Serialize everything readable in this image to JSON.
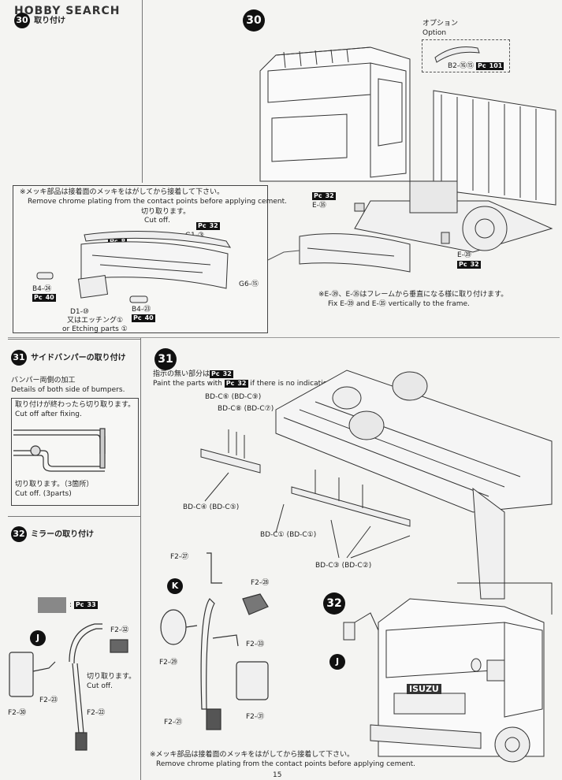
{
  "watermark": "HOBBY SEARCH",
  "step30_left": {
    "num": "30",
    "title_suffix": "取り付け"
  },
  "step30_main": {
    "num": "30"
  },
  "option": {
    "label_jp": "オプション",
    "label_en": "Option",
    "part": "B2-⑯⑮",
    "pc": "Pc",
    "pc_num": "101"
  },
  "bumper_box": {
    "note_jp": "※メッキ部品は接着面のメッキをはがしてから接着して下さい。",
    "note_en": "Remove chrome plating from the contact points before applying cement.",
    "cutoff_jp": "切り取ります。",
    "cutoff_en": "Cut off.",
    "pc1": "32",
    "g1": "G1-③",
    "pc2": "8",
    "pc3": "8",
    "b4_24": "B4-㉔",
    "pc4": "40",
    "g6": "G6-⑮",
    "d1": "D1-⑩",
    "d1_jp": "又はエッチング①",
    "d1_en": "or Etching parts ①",
    "b4_23": "B4-㉓",
    "pc5": "40"
  },
  "frame": {
    "pc_a": "32",
    "e35": "E-㉟",
    "e39": "E-㊴",
    "pc_b": "32",
    "note_jp": "※E-㊴、E-㉟はフレームから垂直になる様に取り付けます。",
    "note_en": "Fix E-㊴ and E-㉟ vertically to the frame."
  },
  "step31_left": {
    "num": "31",
    "title": "サイドバンパーの取り付け",
    "sub_jp": "バンパー両側の加工",
    "sub_en": "Details of both side of bumpers.",
    "box_jp": "取り付けが終わったら切り取ります。",
    "box_en": "Cut off after fixing.",
    "cut_jp": "切り取ります。（3箇所）",
    "cut_en": "Cut off. (3parts)"
  },
  "step31_main": {
    "num": "31",
    "note_jp": "指示の無い部分は",
    "note_pc": "32",
    "note_jp2": "",
    "note_en": "Paint the parts with",
    "note_en2": "if there is no indication.",
    "bd6": "BD-C⑥ (BD-C⑨)",
    "bd8": "BD-C⑧ (BD-C⑦)",
    "bd4": "BD-C④ (BD-C⑤)",
    "bd1": "BD-C① (BD-C①)",
    "bd3": "BD-C③ (BD-C②)"
  },
  "step32_left": {
    "num": "32",
    "title": "ミラーの取り付け",
    "swatch_pc": "33",
    "f32": "F2-㉜",
    "cut_jp": "切り取ります。",
    "cut_en": "Cut off.",
    "f23": "F2-㉓",
    "f30": "F2-㉚",
    "f22": "F2-㉒",
    "J": "J"
  },
  "step32_mid": {
    "K": "K",
    "f27": "F2-㉗",
    "f28": "F2-㉘",
    "f29": "F2-㉙",
    "f33": "F2-㉝",
    "f21": "F2-㉑",
    "f31": "F2-㉛",
    "note_jp": "※メッキ部品は接着面のメッキをはがしてから接着して下さい。",
    "note_en": "Remove chrome plating from the contact points before applying cement."
  },
  "step32_main": {
    "num": "32",
    "J": "J",
    "K": "K",
    "grille": "ISUZU"
  },
  "page_num": "15"
}
